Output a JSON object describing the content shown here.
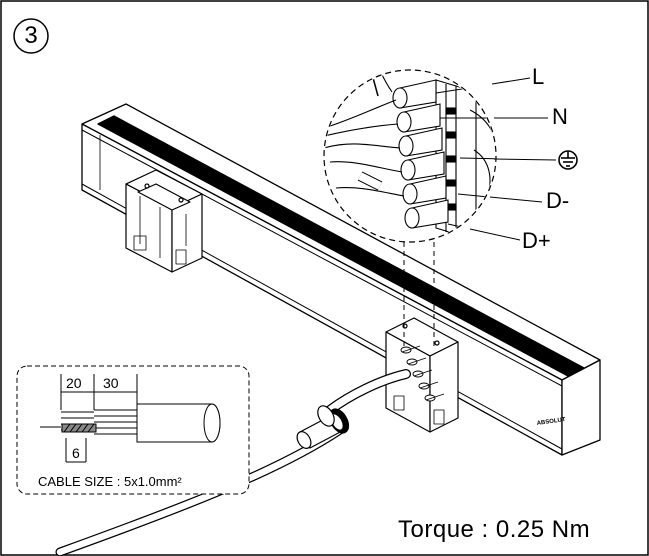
{
  "step": {
    "number": "3"
  },
  "terminals": [
    {
      "label": "L"
    },
    {
      "label": "N"
    },
    {
      "label": "D-"
    },
    {
      "label": "D+"
    }
  ],
  "ground_symbol": "ground-symbol-icon",
  "cable_detail": {
    "dim_strip_core": "20",
    "dim_strip_jacket": "30",
    "dim_conductor": "6",
    "cable_size_label": "CABLE SIZE : 5x1.0mm²"
  },
  "torque": {
    "text": "Torque : 0.25 Nm"
  },
  "product_marking": "ABSOLUT"
}
